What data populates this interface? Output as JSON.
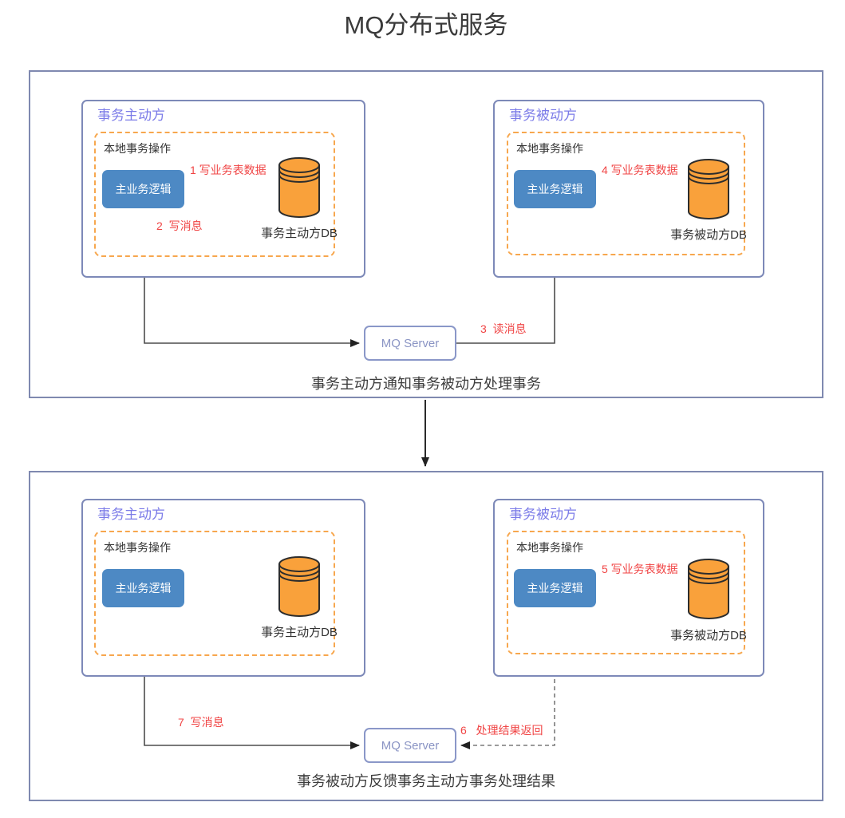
{
  "title": "MQ分布式服务",
  "icons": {
    "db": "database-cylinder-icon"
  },
  "colors": {
    "panel_border": "#7f89b0",
    "party_border": "#7d89b8",
    "party_title": "#7b7be8",
    "dashed_border": "#f7a74e",
    "logic_fill": "#4d89c4",
    "logic_text": "#ffffff",
    "db_fill": "#f9a13b",
    "db_stroke": "#2d2d2d",
    "red_label": "#f04545",
    "mq_border": "#8a97c8",
    "mq_text": "#8a94c4",
    "line": "#4d4d4d",
    "text_dark": "#3a3a3a"
  },
  "panel1": {
    "caption": "事务主动方通知事务被动方处理事务",
    "mq_label": "MQ Server",
    "active": {
      "title": "事务主动方",
      "local_op": "本地事务操作",
      "logic": "主业务逻辑",
      "db_label": "事务主动方DB"
    },
    "passive": {
      "title": "事务被动方",
      "local_op": "本地事务操作",
      "logic": "主业务逻辑",
      "db_label": "事务被动方DB"
    },
    "steps": {
      "s1": "1 写业务表数据",
      "s2": "2  写消息",
      "s3": "3  读消息",
      "s4": "4 写业务表数据"
    }
  },
  "panel2": {
    "caption": "事务被动方反馈事务主动方事务处理结果",
    "mq_label": "MQ Server",
    "active": {
      "title": "事务主动方",
      "local_op": "本地事务操作",
      "logic": "主业务逻辑",
      "db_label": "事务主动方DB"
    },
    "passive": {
      "title": "事务被动方",
      "local_op": "本地事务操作",
      "logic": "主业务逻辑",
      "db_label": "事务被动方DB"
    },
    "steps": {
      "s5": "5 写业务表数据",
      "s6": "6   处理结果返回",
      "s7": "7  写消息"
    }
  }
}
